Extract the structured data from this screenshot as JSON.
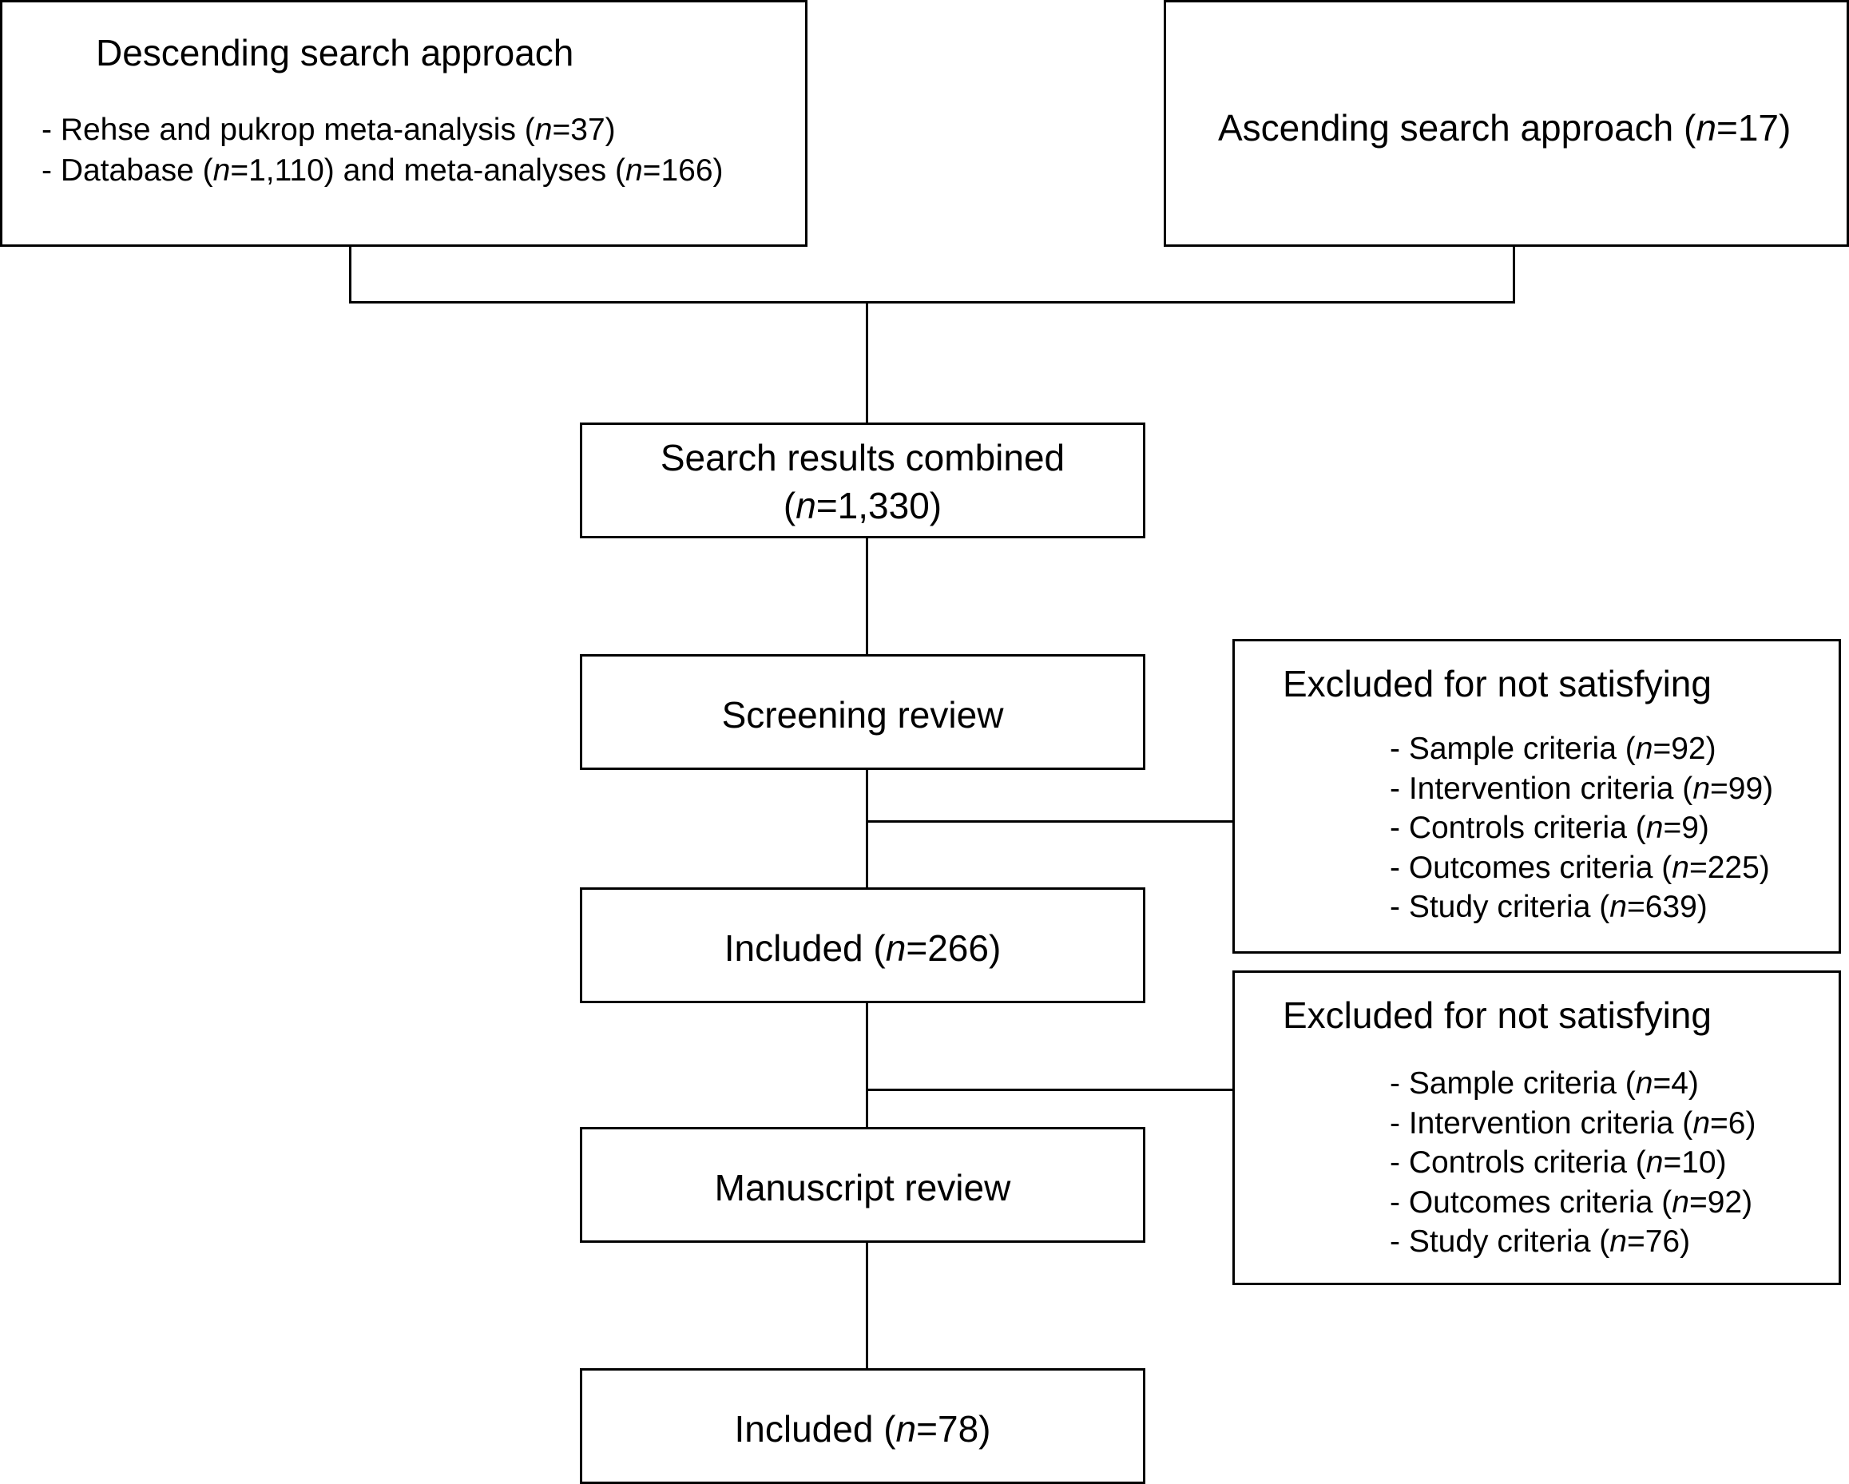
{
  "descending": {
    "title": "Descending search approach",
    "items": [
      {
        "pre": "- Rehse and pukrop meta-analysis (",
        "n": "n",
        "post": "=37)"
      },
      {
        "pre": "- Database (",
        "n": "n",
        "mid": "=1,110) and meta-analyses (",
        "n2": "n",
        "post": "=166)"
      }
    ]
  },
  "ascending": {
    "pre": "Ascending search approach (",
    "n": "n",
    "post": "=17)"
  },
  "combined": {
    "line1": "Search results combined",
    "line2_pre": "(",
    "n": "n",
    "line2_post": "=1,330)"
  },
  "screening": {
    "label": "Screening review"
  },
  "included1": {
    "pre": "Included (",
    "n": "n",
    "post": "=266)"
  },
  "manuscript": {
    "label": "Manuscript review"
  },
  "included2": {
    "pre": "Included (",
    "n": "n",
    "post": "=78)"
  },
  "excluded1": {
    "title": "Excluded for not satisfying",
    "items": [
      {
        "pre": "- Sample criteria (",
        "n": "n",
        "post": "=92)"
      },
      {
        "pre": "- Intervention criteria (",
        "n": "n",
        "post": "=99)"
      },
      {
        "pre": "- Controls criteria (",
        "n": "n",
        "post": "=9)"
      },
      {
        "pre": "- Outcomes criteria (",
        "n": "n",
        "post": "=225)"
      },
      {
        "pre": "- Study criteria (",
        "n": "n",
        "post": "=639)"
      }
    ]
  },
  "excluded2": {
    "title": "Excluded for not satisfying",
    "items": [
      {
        "pre": "- Sample criteria (",
        "n": "n",
        "post": "=4)"
      },
      {
        "pre": "- Intervention criteria (",
        "n": "n",
        "post": "=6)"
      },
      {
        "pre": "- Controls criteria (",
        "n": "n",
        "post": "=10)"
      },
      {
        "pre": "- Outcomes criteria (",
        "n": "n",
        "post": "=92)"
      },
      {
        "pre": "- Study criteria (",
        "n": "n",
        "post": "=76)"
      }
    ]
  }
}
